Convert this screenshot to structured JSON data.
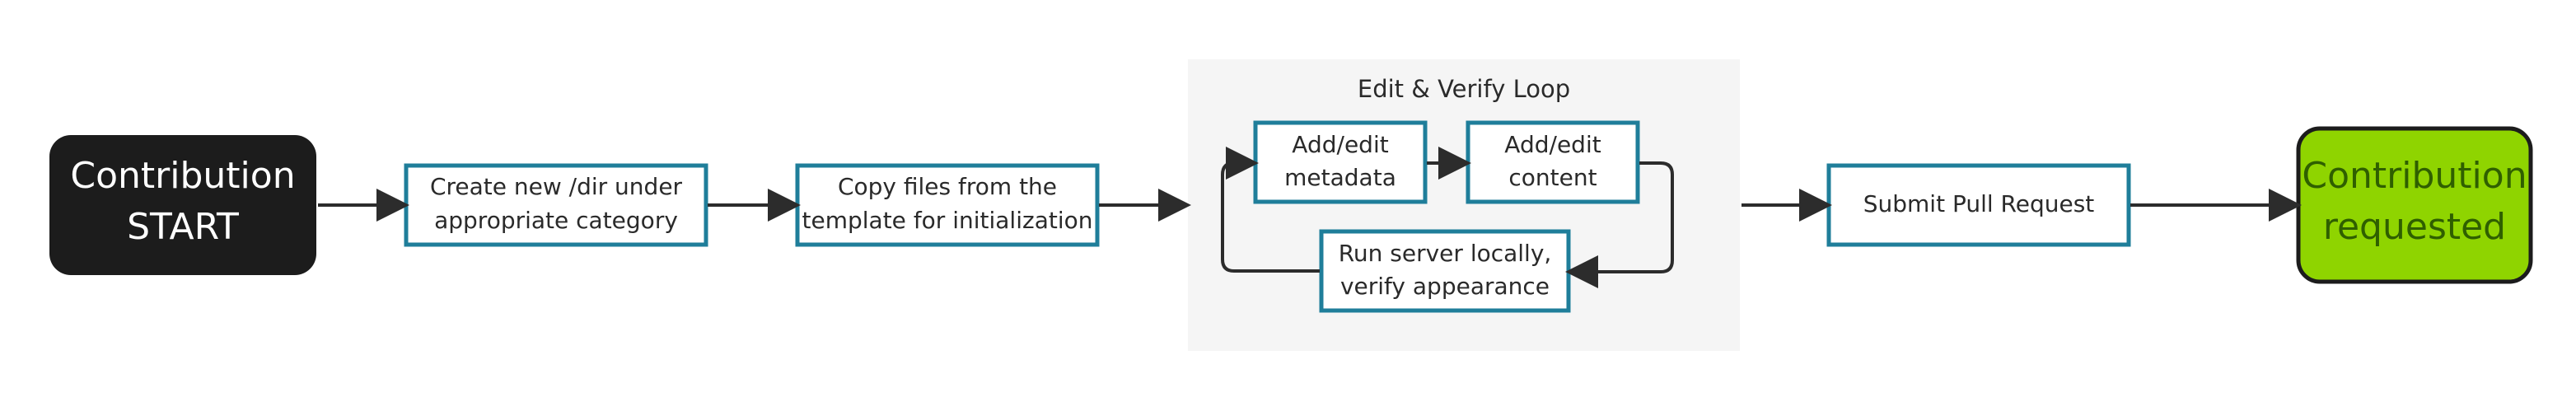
{
  "colors": {
    "background": "#ffffff",
    "start_fill": "#1c1c1c",
    "start_text": "#ffffff",
    "step_border": "#1f7e9a",
    "step_text": "#2a2a2a",
    "loop_background": "#f5f5f5",
    "end_fill": "#8fd400",
    "end_border": "#1c1c1c",
    "end_text": "#2f5f00",
    "arrow": "#2c2c2c"
  },
  "nodes": {
    "start": {
      "line1": "Contribution",
      "line2": "START"
    },
    "create_dir": {
      "line1": "Create new /dir under",
      "line2": "appropriate category"
    },
    "copy_files": {
      "line1": "Copy files from the",
      "line2": "template for initialization"
    },
    "loop": {
      "title": "Edit & Verify Loop",
      "metadata": {
        "line1": "Add/edit",
        "line2": "metadata"
      },
      "content": {
        "line1": "Add/edit",
        "line2": "content"
      },
      "server": {
        "line1": "Run server locally,",
        "line2": "verify appearance"
      }
    },
    "submit_pr": {
      "label": "Submit Pull Request"
    },
    "end": {
      "line1": "Contribution",
      "line2": "requested"
    }
  }
}
